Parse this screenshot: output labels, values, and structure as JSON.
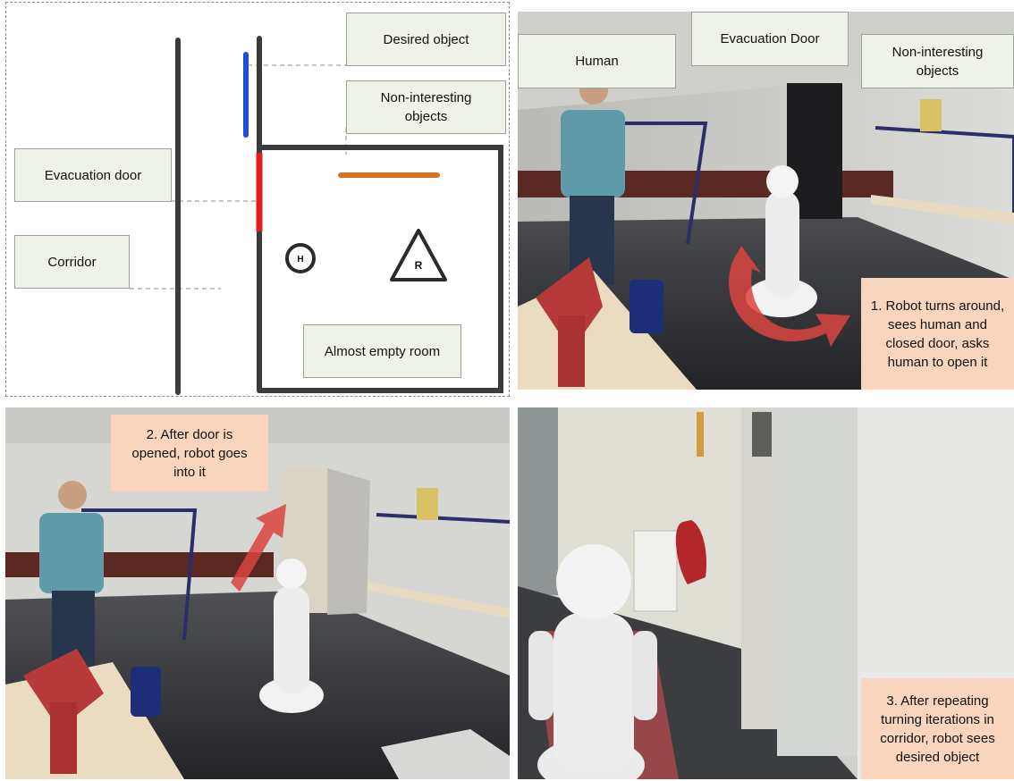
{
  "map_panel": {
    "labels": {
      "desired_object": "Desired object",
      "non_interesting_objects": "Non-interesting\nobjects",
      "evacuation_door": "Evacuation door",
      "corridor": "Corridor",
      "almost_empty_room": "Almost empty room"
    },
    "human_marker": "H",
    "robot_marker": "R",
    "colors": {
      "wall": "#3b3b3b",
      "desired_object": "#1f4fd8",
      "evacuation_door": "#e01e1e",
      "non_interesting_objects": "#d8701e"
    }
  },
  "photo_turn": {
    "labels": {
      "human": "Human",
      "evacuation_door": "Evacuation Door",
      "non_interesting_objects": "Non-interesting\nobjects"
    },
    "note": "1. Robot turns around,\nsees human and\nclosed door, asks\nhuman to open it"
  },
  "photo_door": {
    "note": "2. After door is\nopened, robot goes\ninto it"
  },
  "photo_corridor": {
    "note": "3. After repeating\nturning iterations in\ncorridor, robot sees\ndesired object"
  },
  "colors": {
    "note_fill": "#f8d5bc",
    "label_fill": "#eef2e9",
    "arrow_red": "#d9443f"
  }
}
